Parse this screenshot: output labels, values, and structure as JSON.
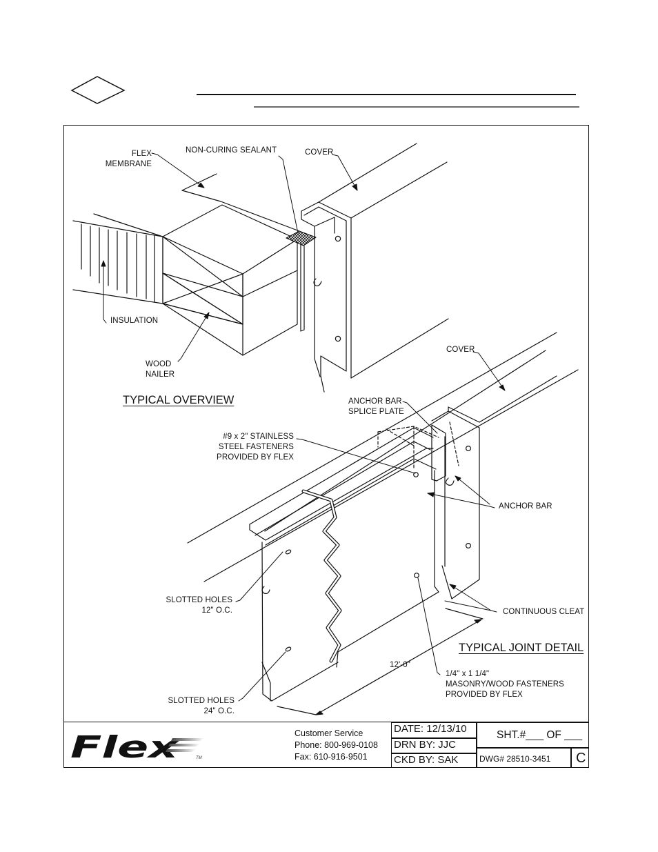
{
  "header": {
    "revision_diamond": "diamond-icon"
  },
  "overview": {
    "title": "TYPICAL OVERVIEW",
    "labels": {
      "flex_membrane": "FLEX\nMEMBRANE",
      "sealant": "NON-CURING SEALANT",
      "cover": "COVER",
      "insulation": "INSULATION",
      "wood_nailer": "WOOD\nNAILER"
    }
  },
  "joint": {
    "title": "TYPICAL JOINT DETAIL",
    "labels": {
      "cover": "COVER",
      "splice_plate": "ANCHOR BAR\nSPLICE PLATE",
      "ss_fasteners": "#9 x 2\" STAINLESS\nSTEEL FASTENERS\nPROVIDED BY FLEX",
      "anchor_bar": "ANCHOR BAR",
      "slotted_12": "SLOTTED HOLES\n12\" O.C.",
      "continuous_cleat": "CONTINUOUS CLEAT",
      "length": "12'-0\"",
      "masonry_fasteners": "1/4\" x 1 1/4\"\nMASONRY/WOOD FASTENERS\nPROVIDED BY FLEX",
      "slotted_24": "SLOTTED HOLES\n24\" O.C."
    }
  },
  "title_block": {
    "logo": "Flex",
    "tm": "TM",
    "customer_service": "Customer Service",
    "phone": "Phone: 800-969-0108",
    "fax": "Fax: 610-916-9501",
    "date": "DATE: 12/13/10",
    "drawn_by": "DRN BY:  JJC",
    "checked_by": "CKD BY: SAK",
    "sheet": "SHT.#___ OF ___",
    "dwg": "DWG#  28510-3451",
    "rev": "C"
  }
}
